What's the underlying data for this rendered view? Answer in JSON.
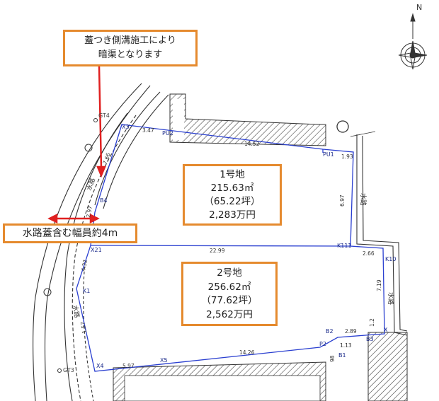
{
  "compass": {
    "north_label": "N"
  },
  "notes": {
    "top": {
      "line1": "蓋つき側溝施工により",
      "line2": "暗渠となります"
    },
    "left": {
      "text": "水路蓋含む幅員約4m"
    }
  },
  "lots": [
    {
      "name": "1号地",
      "area_m2": "215.63㎡",
      "area_tsubo": "（65.22坪）",
      "price": "2,283万円"
    },
    {
      "name": "2号地",
      "area_m2": "256.62㎡",
      "area_tsubo": "（77.62坪）",
      "price": "2,562万円"
    }
  ],
  "points": {
    "x3": "X3",
    "pu2": "PU2",
    "pu1": "PU1",
    "b4": "B4",
    "x21": "X21",
    "k111": "K111",
    "k1": "K1",
    "k10": "K10",
    "x4": "X4",
    "x5": "X5",
    "b2": "B2",
    "b3": "B3",
    "p2": "P2",
    "b1": "B1",
    "x_right": "X",
    "gt4": "GT4",
    "gt3": "GT3"
  },
  "dimensions": {
    "d347": "3.47",
    "d1452": "14.52",
    "d193": "1.93",
    "d766": "7.66",
    "d297": "2.97",
    "d2299": "22.99",
    "d697": "6.97",
    "d266": "2.66",
    "d432": "4.32",
    "d719": "7.19",
    "d157": "1.57",
    "d597": "5.97",
    "d1426": "14.26",
    "d289": "2.89",
    "d113": "1.13",
    "d12": "1.2",
    "d98": "98"
  },
  "waterway_labels": {
    "left_upper": "水路",
    "left_lower": "水路",
    "right_upper": "水路",
    "right_lower": "水路"
  },
  "colors": {
    "boundary": "#2a3fd0",
    "callout_border": "#e58a2e",
    "arrow": "#e02020",
    "line": "#333333"
  }
}
